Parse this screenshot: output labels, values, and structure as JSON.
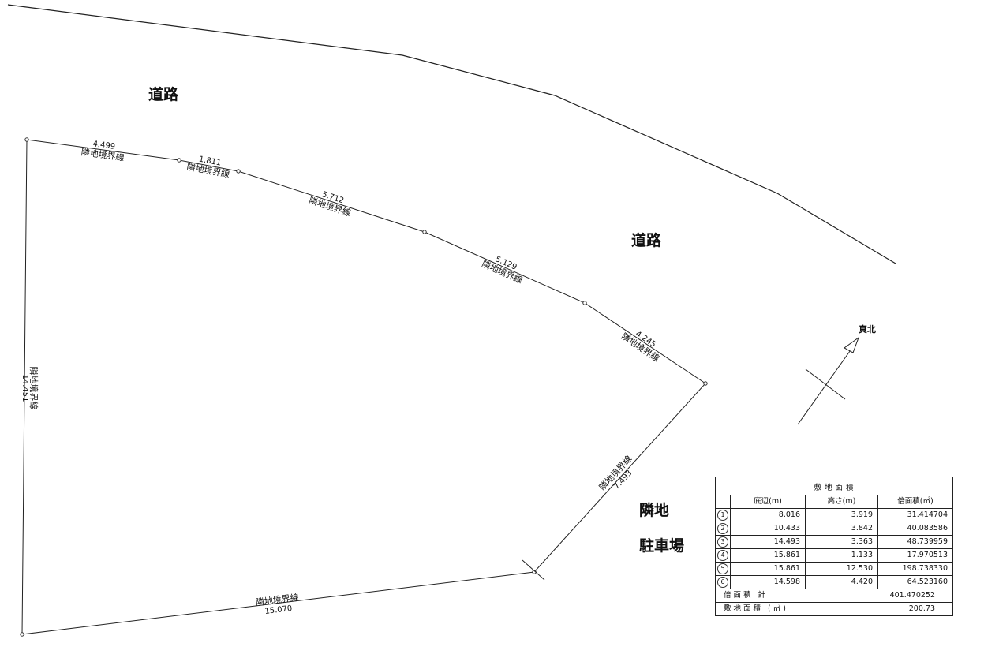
{
  "labels": {
    "road_upper": "道路",
    "road_right": "道路",
    "neighbor": "隣地",
    "parking": "駐車場",
    "true_north": "真北"
  },
  "boundaries": [
    {
      "length": "4.499",
      "label": "隣地境界線"
    },
    {
      "length": "1.811",
      "label": "隣地境界線"
    },
    {
      "length": "5.712",
      "label": "隣地境界線"
    },
    {
      "length": "5.129",
      "label": "隣地境界線"
    },
    {
      "length": "4.245",
      "label": "隣地境界線"
    },
    {
      "length": "7.493",
      "label": "隣地境界線"
    },
    {
      "length": "15.070",
      "label": "隣地境界線"
    },
    {
      "length": "14.451",
      "label": "隣地境界線"
    }
  ],
  "area_table": {
    "title": "敷地面積",
    "headers": {
      "base": "底辺(m)",
      "height": "高さ(m)",
      "double_area": "倍面積(㎡)"
    },
    "rows": [
      {
        "no": "1",
        "base": "8.016",
        "height": "3.919",
        "double_area": "31.414704"
      },
      {
        "no": "2",
        "base": "10.433",
        "height": "3.842",
        "double_area": "40.083586"
      },
      {
        "no": "3",
        "base": "14.493",
        "height": "3.363",
        "double_area": "48.739959"
      },
      {
        "no": "4",
        "base": "15.861",
        "height": "1.133",
        "double_area": "17.970513"
      },
      {
        "no": "5",
        "base": "15.861",
        "height": "12.530",
        "double_area": "198.738330"
      },
      {
        "no": "6",
        "base": "14.598",
        "height": "4.420",
        "double_area": "64.523160"
      }
    ],
    "total_label": "倍面積 計",
    "total_value": "401.470252",
    "site_area_label": "敷地面積 (㎡)",
    "site_area_value": "200.73"
  }
}
